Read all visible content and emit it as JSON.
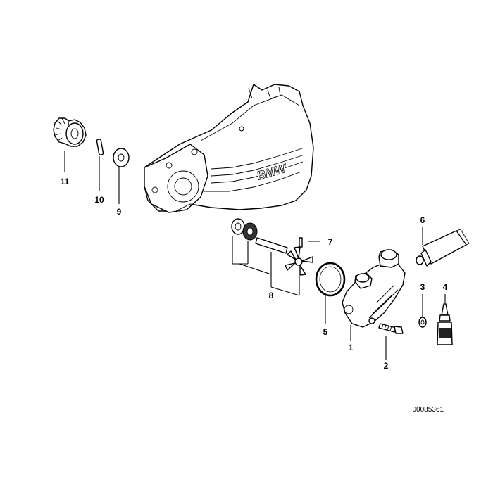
{
  "callouts": {
    "c1": "1",
    "c2": "2",
    "c3": "3",
    "c4": "4",
    "c5": "5",
    "c6": "6",
    "c7": "7",
    "c8": "8",
    "c9": "9",
    "c10": "10",
    "c11": "11"
  },
  "cover_lettering": "BMW",
  "reference_number": "00085361",
  "colors": {
    "line": "#000000",
    "background": "#ffffff",
    "shading": "#333333"
  }
}
